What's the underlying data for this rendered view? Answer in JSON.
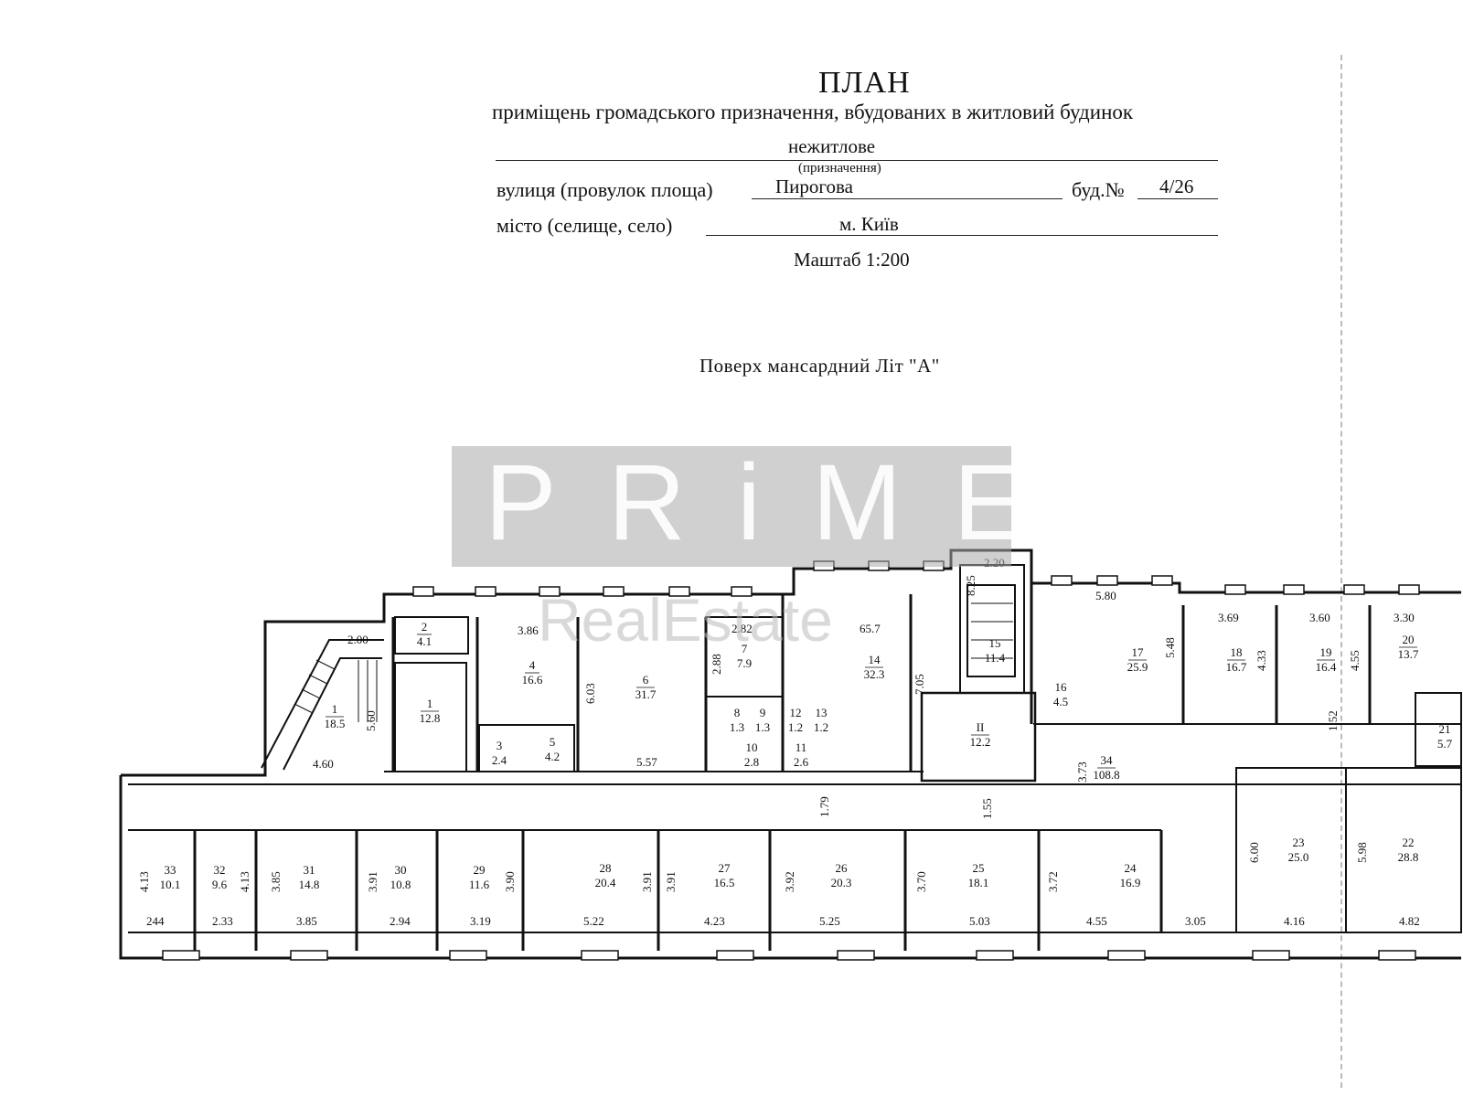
{
  "header": {
    "title": "ПЛАН",
    "subtitle": "приміщень громадського призначення, вбудованих в житловий будинок",
    "purpose_value": "нежитлове",
    "purpose_caption": "(призначення)",
    "street_label": "вулиця (провулок площа)",
    "street_value": "Пирогова",
    "building_label": "буд.№",
    "building_value": "4/26",
    "city_label": "місто (селище, село)",
    "city_value": "м. Київ",
    "scale": "Маштаб 1:200"
  },
  "floor_label": "Поверх  мансардний  Літ \"А\"",
  "watermark": {
    "main": "PRiMES",
    "sub": "RealEstate"
  },
  "rooms": [
    {
      "num": "1",
      "area": "18.5"
    },
    {
      "num": "1",
      "area": "12.8"
    },
    {
      "num": "2",
      "area": "4.1"
    },
    {
      "num": "3",
      "area": "2.4"
    },
    {
      "num": "4",
      "area": "16.6"
    },
    {
      "num": "5",
      "area": "4.2"
    },
    {
      "num": "6",
      "area": "31.7"
    },
    {
      "num": "7",
      "area": "7.9"
    },
    {
      "num": "8",
      "area": "1.3"
    },
    {
      "num": "9",
      "area": "1.3"
    },
    {
      "num": "10",
      "area": "2.8"
    },
    {
      "num": "11",
      "area": "2.6"
    },
    {
      "num": "12",
      "area": "1.2"
    },
    {
      "num": "13",
      "area": "1.2"
    },
    {
      "num": "14",
      "area": "32.3"
    },
    {
      "num": "15",
      "area": "11.4"
    },
    {
      "num": "16",
      "area": "4.5"
    },
    {
      "num": "17",
      "area": "25.9"
    },
    {
      "num": "18",
      "area": "16.7"
    },
    {
      "num": "19",
      "area": "16.4"
    },
    {
      "num": "20",
      "area": "13.7"
    },
    {
      "num": "21",
      "area": "5.7"
    },
    {
      "num": "22",
      "area": "28.8"
    },
    {
      "num": "23",
      "area": "25.0"
    },
    {
      "num": "24",
      "area": "16.9"
    },
    {
      "num": "25",
      "area": "18.1"
    },
    {
      "num": "26",
      "area": "20.3"
    },
    {
      "num": "27",
      "area": "16.5"
    },
    {
      "num": "28",
      "area": "20.4"
    },
    {
      "num": "29",
      "area": "11.6"
    },
    {
      "num": "30",
      "area": "10.8"
    },
    {
      "num": "31",
      "area": "14.8"
    },
    {
      "num": "32",
      "area": "9.6"
    },
    {
      "num": "33",
      "area": "10.1"
    },
    {
      "num": "34",
      "area": "108.8"
    },
    {
      "num": "II",
      "area": "12.2"
    }
  ],
  "dimensions": [
    "2.00",
    "5.60",
    "4.60",
    "3.86",
    "6.03",
    "2.82",
    "2.88",
    "65.7",
    "7.05",
    "5.57",
    "1.79",
    "1.55",
    "3.73",
    "8.25",
    "2.20",
    "5.80",
    "5.48",
    "3.69",
    "4.33",
    "3.60",
    "4.55",
    "3.30",
    "1.52",
    "4.13",
    "4.13",
    "3.85",
    "3.91",
    "3.90",
    "3.91",
    "3.91",
    "3.92",
    "3.70",
    "3.72",
    "6.00",
    "5.98",
    "244",
    "2.33",
    "3.85",
    "2.94",
    "3.19",
    "5.22",
    "4.23",
    "5.25",
    "5.03",
    "4.55",
    "3.05",
    "4.16",
    "4.82"
  ]
}
